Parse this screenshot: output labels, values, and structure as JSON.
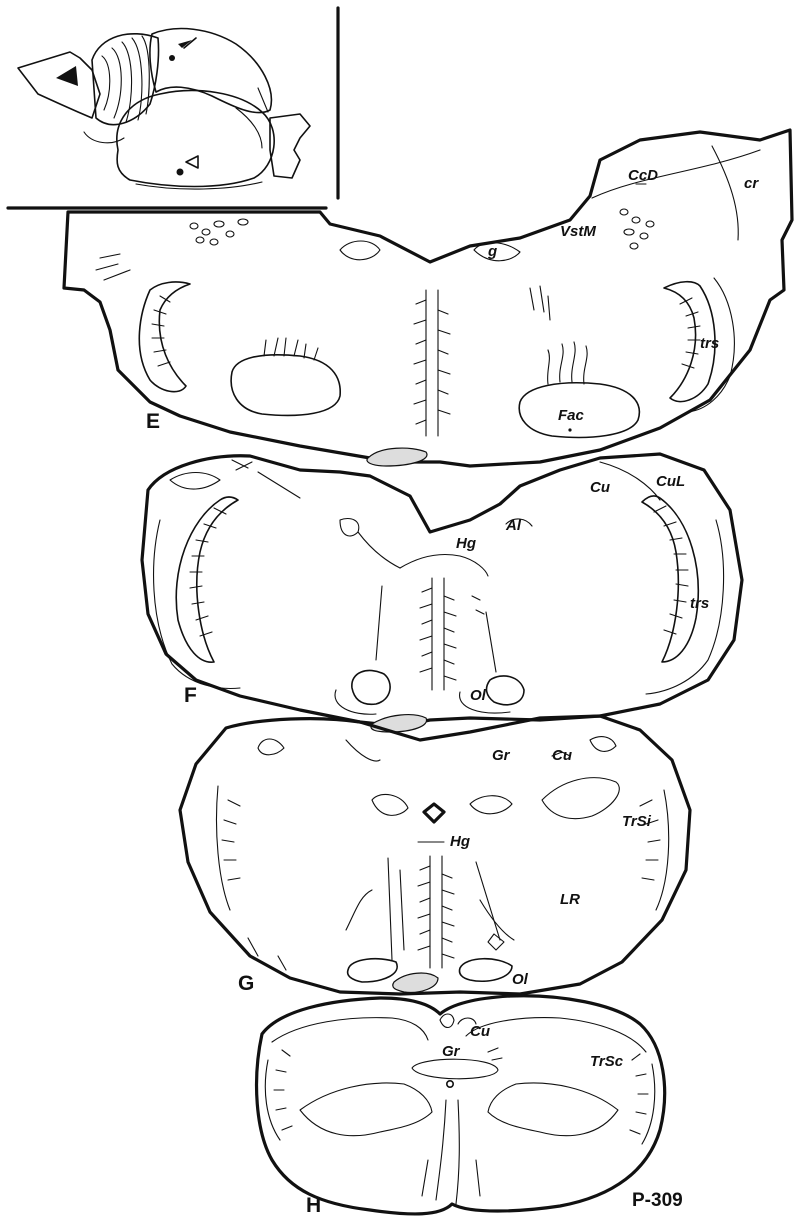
{
  "figure_id": "P-309",
  "sections": {
    "E": {
      "letter": "E",
      "labels": {
        "ccd": "CcD",
        "cr": "cr",
        "vstm": "VstM",
        "g": "g",
        "trs": "trs",
        "fac": "Fac"
      }
    },
    "F": {
      "letter": "F",
      "labels": {
        "cu": "Cu",
        "cul": "CuL",
        "al": "Al",
        "hg": "Hg",
        "trs": "trs",
        "ol": "Ol"
      }
    },
    "G": {
      "letter": "G",
      "labels": {
        "gr": "Gr",
        "cu": "Cu",
        "trsi": "TrSi",
        "hg": "Hg",
        "lr": "LR",
        "ol": "Ol"
      }
    },
    "H": {
      "letter": "H",
      "labels": {
        "gr": "Gr",
        "cu": "Cu",
        "trsc": "TrSc"
      }
    }
  }
}
